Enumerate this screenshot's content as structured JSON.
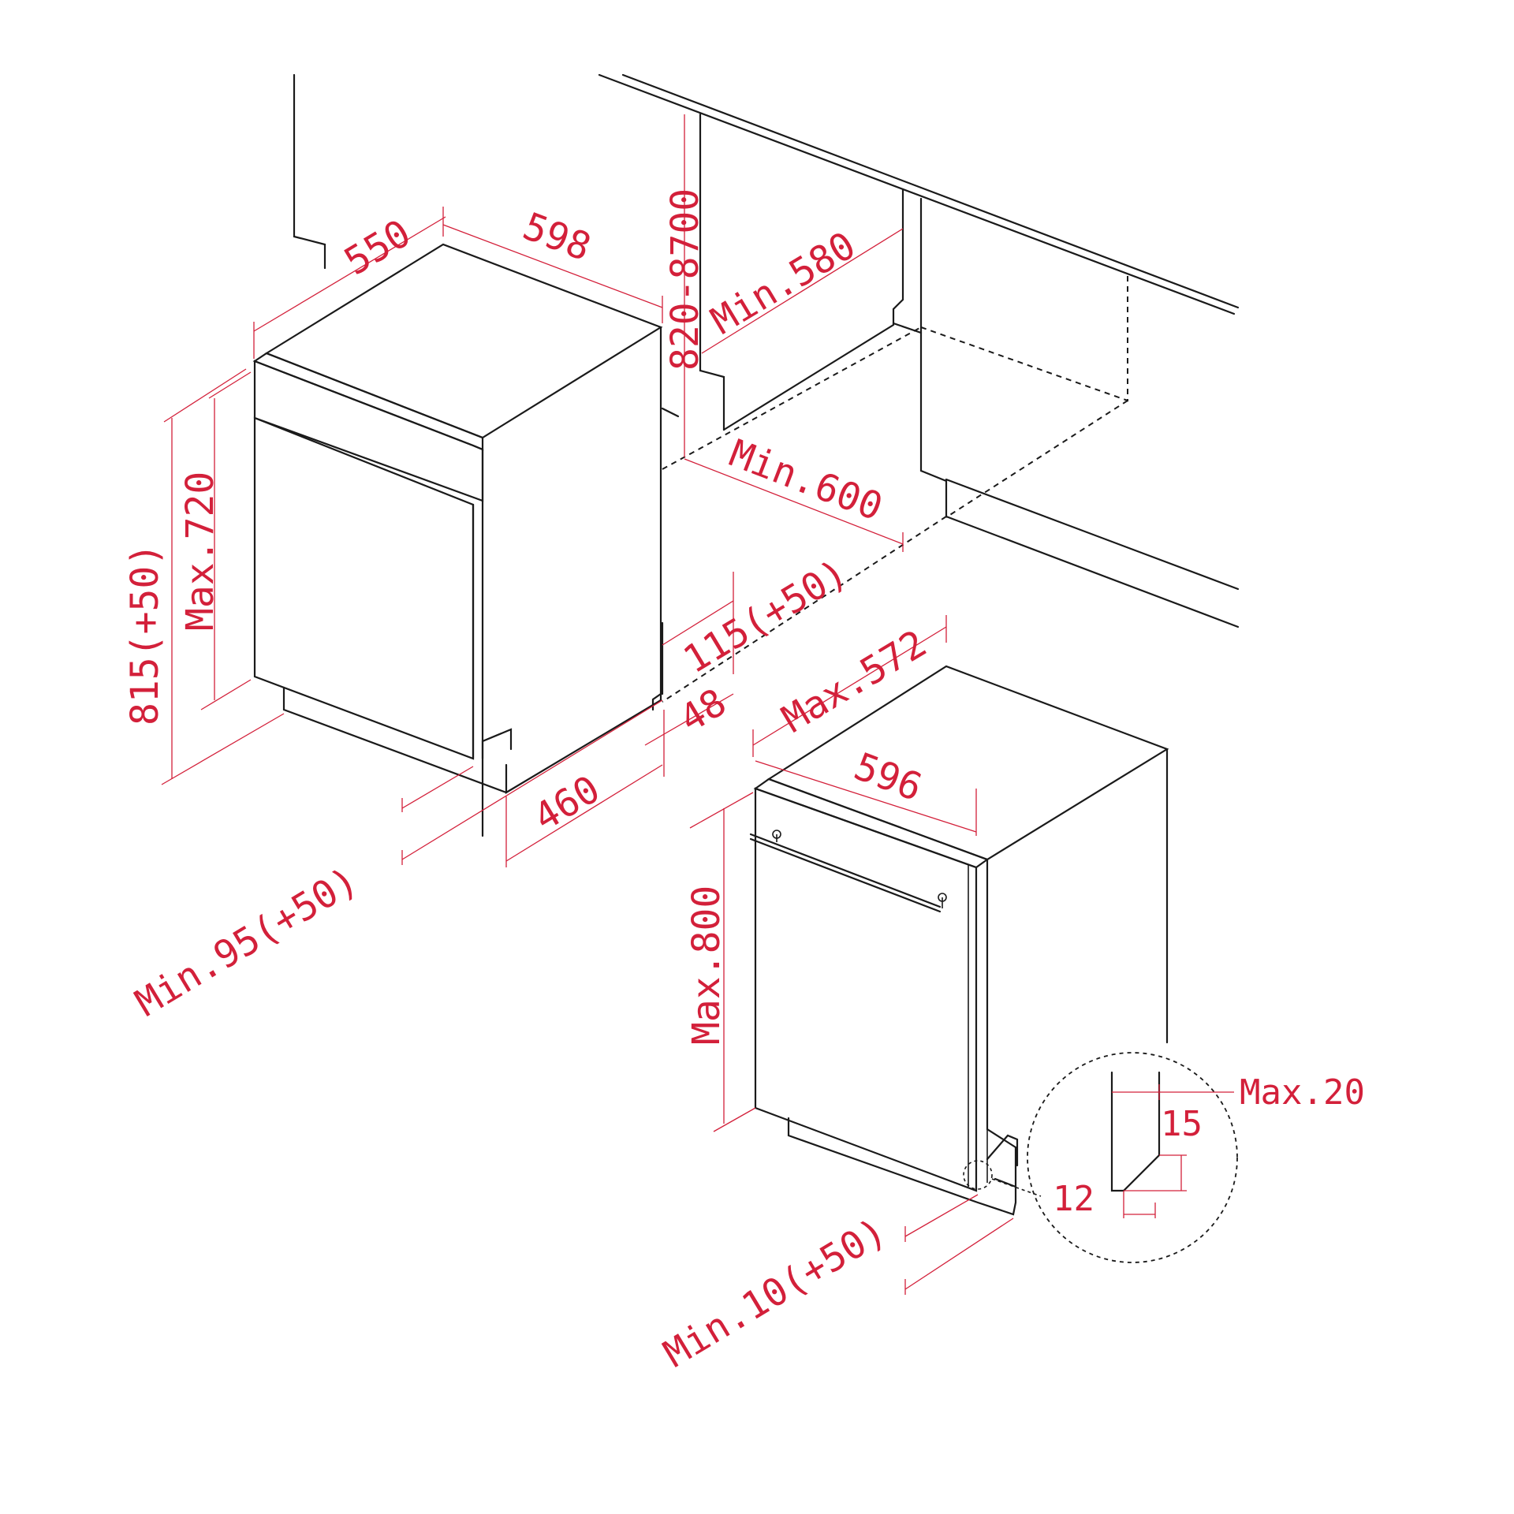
{
  "diagram": {
    "colors": {
      "line": "#1a1a1a",
      "dimension": "#d3203a",
      "background": "#ffffff"
    },
    "labels": {
      "depth_550": "550",
      "width_598": "598",
      "height_range": "820-8700",
      "min_580": "Min.580",
      "min_600": "Min.600",
      "height_815": "815(+50)",
      "max_720": "Max.720",
      "plinth_115": "115(+50)",
      "max_572": "Max.572",
      "toe_48": "48",
      "toe_460": "460",
      "min_95": "Min.95(+50)",
      "width_596": "596",
      "max_800": "Max.800",
      "max_20": "Max.20",
      "detail_15": "15",
      "detail_12": "12",
      "min_10": "Min.10(+50)"
    }
  }
}
